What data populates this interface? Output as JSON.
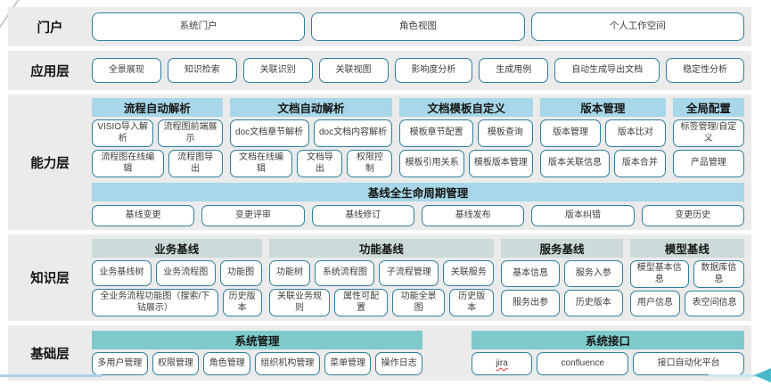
{
  "colors": {
    "band_bg": "#ebebeb",
    "box_border": "#2e7f9e",
    "box_text": "#3d3d3d",
    "capability_header_bg": "#a7d7e8",
    "knowledge_header_bg": "#ccdbd9",
    "foundation_header_bg": "#7ecaca",
    "squiggle_color": "#e0392f",
    "arrow_color": "#49b9cb",
    "arrow_tail_color": "#c9e7f0",
    "bottom_line_color": "#aed0ec",
    "corner_line_color": "#c9c9c9"
  },
  "misc": {
    "spellchecked_word": "jira"
  },
  "layers": [
    {
      "label": "门户",
      "boxes": [
        "系统门户",
        "角色视图",
        "个人工作空间"
      ]
    },
    {
      "label": "应用层",
      "boxes": [
        "全景展现",
        "知识检索",
        "关联识别",
        "关联视图",
        "影响度分析",
        "生成用例",
        "自动生成导出文档",
        "稳定性分析"
      ]
    },
    {
      "label": "能力层",
      "groups": [
        {
          "header": "流程自动解析",
          "rows": [
            [
              "VISIO导入解析",
              "流程图前端展示"
            ],
            [
              "流程图在线编辑",
              "流程图导出"
            ]
          ]
        },
        {
          "header": "文档自动解析",
          "rows": [
            [
              "doc文档章节解析",
              "doc文档内容解析"
            ],
            [
              "文档在线编辑",
              "文档导出",
              "权限控制"
            ]
          ]
        },
        {
          "header": "文档模板自定义",
          "rows": [
            [
              "模板章节配置",
              "模板查询"
            ],
            [
              "模板引用关系",
              "模板版本管理"
            ]
          ]
        },
        {
          "header": "版本管理",
          "rows": [
            [
              "版本管理",
              "版本比对"
            ],
            [
              "版本关联信息",
              "版本合并"
            ]
          ]
        },
        {
          "header": "全局配置",
          "rows": [
            [
              "标签管理/自定义"
            ],
            [
              "产品管理"
            ]
          ]
        }
      ],
      "band": {
        "header": "基线全生命周期管理",
        "boxes": [
          "基线变更",
          "变更评审",
          "基线修订",
          "基线发布",
          "版本纠错",
          "变更历史"
        ]
      }
    },
    {
      "label": "知识层",
      "groups": [
        {
          "header": "业务基线",
          "rows": [
            [
              "业务基线树",
              "业务流程图",
              "功能图"
            ],
            [
              "全业务流程功能图（搜索/下钻展示）",
              "历史版本"
            ]
          ]
        },
        {
          "header": "功能基线",
          "rows": [
            [
              "功能树",
              "系统流程图",
              "子流程管理",
              "关联服务"
            ],
            [
              "关联业务规则",
              "属性可配置",
              "功能全景图",
              "历史版本"
            ]
          ]
        },
        {
          "header": "服务基线",
          "rows": [
            [
              "基本信息",
              "服务入参"
            ],
            [
              "服务出参",
              "历史版本"
            ]
          ]
        },
        {
          "header": "模型基线",
          "rows": [
            [
              "模型基本信息",
              "数据库信息"
            ],
            [
              "用户信息",
              "表空间信息"
            ]
          ]
        }
      ]
    },
    {
      "label": "基础层",
      "groups": [
        {
          "header": "系统管理",
          "rows": [
            [
              "多用户管理",
              "权限管理",
              "角色管理",
              "组织机构管理",
              "菜单管理",
              "操作日志"
            ]
          ]
        },
        {
          "header": "系统接口",
          "rows": [
            [
              "jira",
              "confluence",
              "接口自动化平台"
            ]
          ]
        }
      ]
    }
  ]
}
